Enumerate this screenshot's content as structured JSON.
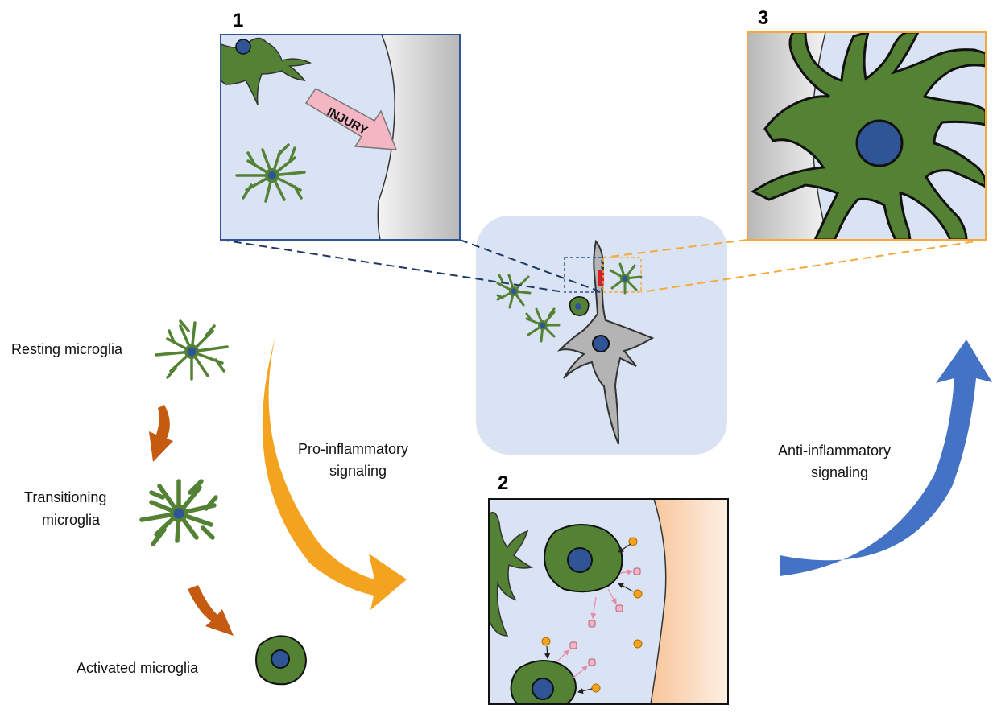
{
  "panels": {
    "panel1": {
      "number": "1",
      "arrow_label": "INJURY"
    },
    "panel2": {
      "number": "2"
    },
    "panel3": {
      "number": "3"
    }
  },
  "stages": {
    "resting": "Resting microglia",
    "transitioning_line1": "Transitioning",
    "transitioning_line2": "microglia",
    "activated": "Activated microglia"
  },
  "signals": {
    "pro_line1": "Pro-inflammatory",
    "pro_line2": "signaling",
    "anti_line1": "Anti-inflammatory",
    "anti_line2": "signaling"
  },
  "colors": {
    "microglia_fill": "#548235",
    "nucleus": "#2f5597",
    "tissue_bg": "#dae3f3",
    "frame_blue": "#2f5597",
    "frame_orange": "#f4a93b",
    "pro_arrow": "#f4a31f",
    "anti_arrow": "#4472c4",
    "stage_arrow": "#c55a11",
    "injury_arrow": "#f4b6c2",
    "neuron": "#b4b4b4",
    "cytokine_orange": "#f4a31f",
    "cytokine_pink": "#f4b6c2"
  }
}
